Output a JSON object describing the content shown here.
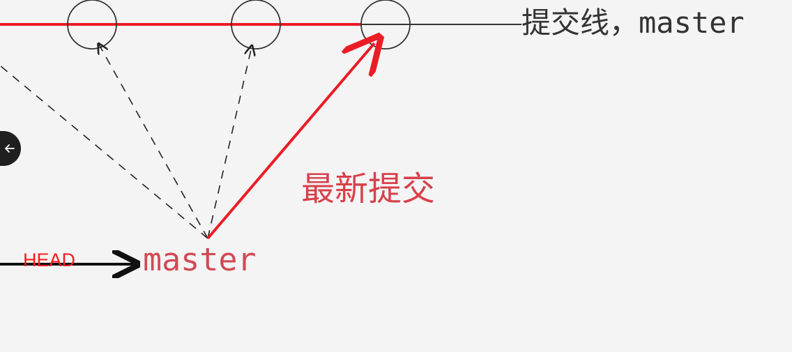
{
  "labels": {
    "commit_line": "提交线，master",
    "latest_commit": "最新提交",
    "master": "master",
    "head": "HEAD"
  },
  "colors": {
    "background": "#f4f4f4",
    "commit_line_red": "#ea1c25",
    "commit_line_black": "#333333",
    "latest_commit_text": "#d8404a",
    "master_text": "#d14a55",
    "head_text": "#ff1a1a",
    "back_button": "#1f1f1f"
  },
  "icons": {
    "back": "left-arrow-icon"
  }
}
